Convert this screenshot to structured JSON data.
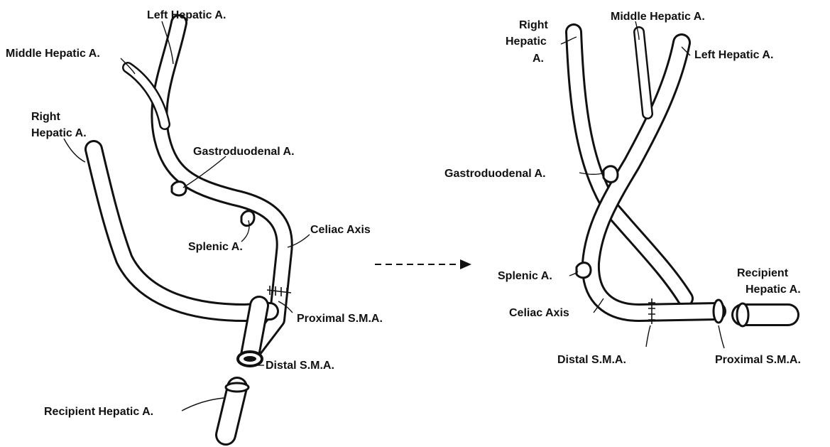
{
  "left_panel": {
    "labels": {
      "left_hepatic": "Left Hepatic A.",
      "middle_hepatic": "Middle Hepatic A.",
      "right_hepatic_line1": "Right",
      "right_hepatic_line2": "Hepatic A.",
      "gastroduodenal": "Gastroduodenal A.",
      "splenic": "Splenic A.",
      "celiac_axis": "Celiac Axis",
      "proximal_sma": "Proximal S.M.A.",
      "distal_sma": "Distal S.M.A.",
      "recipient_hepatic": "Recipient Hepatic A."
    }
  },
  "right_panel": {
    "labels": {
      "right_hepatic_line1": "Right",
      "right_hepatic_line2": "Hepatic",
      "right_hepatic_line3": "A.",
      "middle_hepatic": "Middle Hepatic A.",
      "left_hepatic": "Left Hepatic A.",
      "gastroduodenal": "Gastroduodenal A.",
      "splenic": "Splenic A.",
      "celiac_axis": "Celiac Axis",
      "recipient_hepatic_line1": "Recipient",
      "recipient_hepatic_line2": "Hepatic A.",
      "distal_sma": "Distal S.M.A.",
      "proximal_sma": "Proximal S.M.A."
    }
  },
  "style": {
    "line_color": "#111111",
    "background": "#ffffff"
  }
}
